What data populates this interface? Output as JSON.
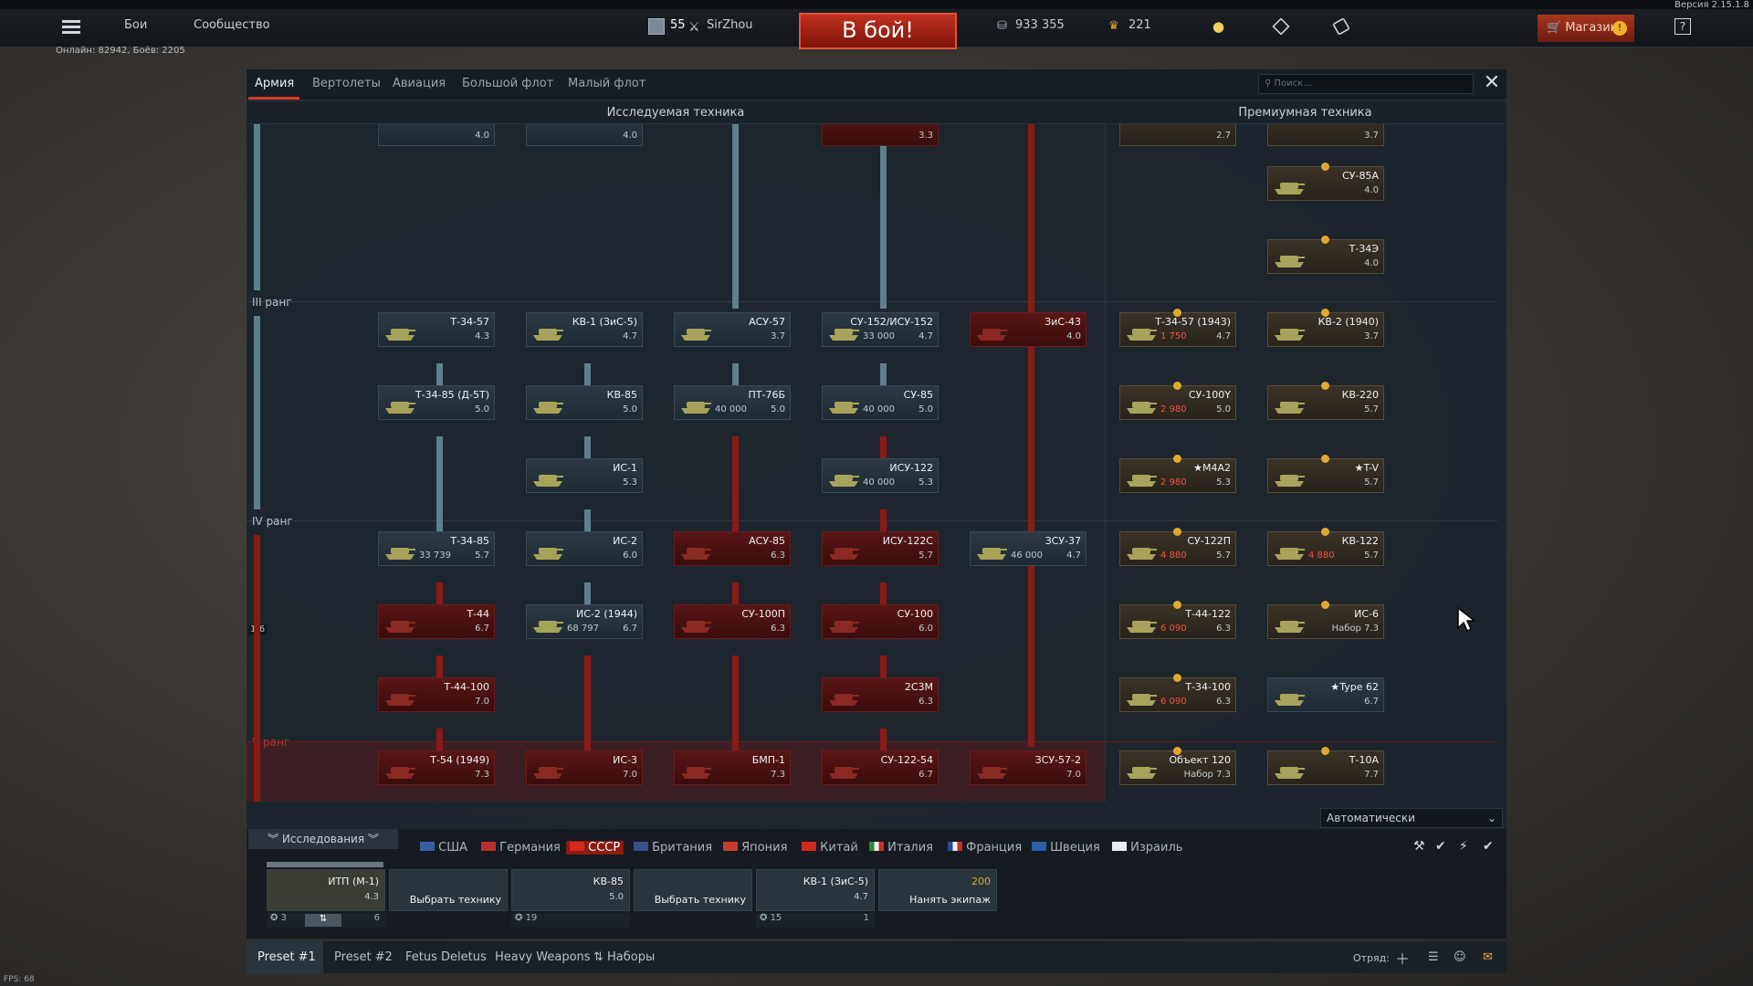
{
  "version": "Версия 2.15.1.8",
  "online": "Онлайн: 82942, Боёв: 2205",
  "fps": "FPS: 68",
  "top": {
    "battles": "Бои",
    "community": "Сообщество",
    "level": "55",
    "username": "SirZhou",
    "fight_button": "В бой!",
    "silver": "933 355",
    "gold": "221",
    "shop": "Магазин"
  },
  "tabs": [
    "Армия",
    "Вертолеты",
    "Авиация",
    "Большой флот",
    "Малый флот"
  ],
  "search_placeholder": "Поиск...",
  "headers": {
    "researched": "Исследуемая техника",
    "premium": "Премиумная техника"
  },
  "ranks": {
    "r3": "III ранг",
    "r4": "IV ранг",
    "r5": "V ранг",
    "page": "1/6"
  },
  "top_cut": [
    {
      "br": "4.0"
    },
    {
      "br": "4.0"
    },
    {
      "br": "3.3"
    },
    {
      "br": "2.7"
    },
    {
      "br": "3.7"
    }
  ],
  "cards": [
    {
      "name": "СУ-85А",
      "br": "4.0",
      "cost": "",
      "type": "prem"
    },
    {
      "name": "Т-34Э",
      "br": "4.0",
      "cost": "",
      "type": "prem"
    },
    {
      "name": "Т-34-57",
      "br": "4.3",
      "cost": "",
      "type": "std"
    },
    {
      "name": "КВ-1 (ЗиС-5)",
      "br": "4.7",
      "cost": "",
      "type": "std"
    },
    {
      "name": "АСУ-57",
      "br": "3.7",
      "cost": "",
      "type": "std"
    },
    {
      "name": "СУ-152/ИСУ-152",
      "br": "4.7",
      "cost": "33 000",
      "type": "std"
    },
    {
      "name": "ЗиС-43",
      "br": "4.0",
      "cost": "",
      "type": "red"
    },
    {
      "name": "Т-34-57 (1943)",
      "br": "4.7",
      "cost": "1 750",
      "type": "prem"
    },
    {
      "name": "КВ-2 (1940)",
      "br": "3.7",
      "cost": "",
      "type": "prem"
    },
    {
      "name": "Т-34-85 (Д-5Т)",
      "br": "5.0",
      "cost": "",
      "type": "std"
    },
    {
      "name": "КВ-85",
      "br": "5.0",
      "cost": "",
      "type": "std"
    },
    {
      "name": "ПТ-76Б",
      "br": "5.0",
      "cost": "40 000",
      "type": "std"
    },
    {
      "name": "СУ-85",
      "br": "5.0",
      "cost": "40 000",
      "type": "std"
    },
    {
      "name": "СУ-100Y",
      "br": "5.0",
      "cost": "2 980",
      "type": "prem"
    },
    {
      "name": "КВ-220",
      "br": "5.7",
      "cost": "",
      "type": "prem"
    },
    {
      "name": "ИС-1",
      "br": "5.3",
      "cost": "",
      "type": "std"
    },
    {
      "name": "ИСУ-122",
      "br": "5.3",
      "cost": "40 000",
      "type": "std"
    },
    {
      "name": "★M4A2",
      "br": "5.3",
      "cost": "2 980",
      "type": "prem"
    },
    {
      "name": "★T-V",
      "br": "5.7",
      "cost": "",
      "type": "prem"
    },
    {
      "name": "Т-34-85",
      "br": "5.7",
      "cost": "33 739",
      "type": "std"
    },
    {
      "name": "ИС-2",
      "br": "6.0",
      "cost": "",
      "type": "std"
    },
    {
      "name": "АСУ-85",
      "br": "6.3",
      "cost": "",
      "type": "red"
    },
    {
      "name": "ИСУ-122С",
      "br": "5.7",
      "cost": "",
      "type": "red"
    },
    {
      "name": "ЗСУ-37",
      "br": "4.7",
      "cost": "46 000",
      "type": "std"
    },
    {
      "name": "СУ-122П",
      "br": "5.7",
      "cost": "4 880",
      "type": "prem"
    },
    {
      "name": "КВ-122",
      "br": "5.7",
      "cost": "4 880",
      "type": "prem"
    },
    {
      "name": "Т-44",
      "br": "6.7",
      "cost": "",
      "type": "red"
    },
    {
      "name": "ИС-2 (1944)",
      "br": "6.7",
      "cost": "68 797",
      "type": "std"
    },
    {
      "name": "СУ-100П",
      "br": "6.3",
      "cost": "",
      "type": "red"
    },
    {
      "name": "СУ-100",
      "br": "6.0",
      "cost": "",
      "type": "red"
    },
    {
      "name": "Т-44-122",
      "br": "6.3",
      "cost": "6 090",
      "type": "prem"
    },
    {
      "name": "ИС-6",
      "br": "Набор 7.3",
      "cost": "",
      "type": "prem"
    },
    {
      "name": "Т-44-100",
      "br": "7.0",
      "cost": "",
      "type": "red"
    },
    {
      "name": "2С3М",
      "br": "6.3",
      "cost": "",
      "type": "red"
    },
    {
      "name": "Т-34-100",
      "br": "6.3",
      "cost": "6 090",
      "type": "prem"
    },
    {
      "name": "★Type 62",
      "br": "6.7",
      "cost": "",
      "type": "std"
    },
    {
      "name": "Т-54 (1949)",
      "br": "7.3",
      "cost": "",
      "type": "red"
    },
    {
      "name": "ИС-3",
      "br": "7.0",
      "cost": "",
      "type": "red"
    },
    {
      "name": "БМП-1",
      "br": "7.3",
      "cost": "",
      "type": "red"
    },
    {
      "name": "СУ-122-54",
      "br": "6.7",
      "cost": "",
      "type": "red"
    },
    {
      "name": "ЗСУ-57-2",
      "br": "7.0",
      "cost": "",
      "type": "red"
    },
    {
      "name": "Объект 120",
      "br": "Набор 7.3",
      "cost": "",
      "type": "prem"
    },
    {
      "name": "Т-10А",
      "br": "7.7",
      "cost": "",
      "type": "prem"
    }
  ],
  "auto_select": "Автоматически",
  "research_label": "Исследования",
  "nations": [
    "США",
    "Германия",
    "СССР",
    "Британия",
    "Япония",
    "Китай",
    "Италия",
    "Франция",
    "Швеция",
    "Израиль"
  ],
  "crew": [
    {
      "name": "ИТП (М-1)",
      "br": "4.3",
      "sub_left": "3",
      "sub_right": "6"
    },
    {
      "name": "Выбрать технику",
      "br": "",
      "sub_left": "",
      "sub_right": ""
    },
    {
      "name": "КВ-85",
      "br": "5.0",
      "sub_left": "19",
      "sub_right": ""
    },
    {
      "name": "Выбрать технику",
      "br": "",
      "sub_left": "",
      "sub_right": ""
    },
    {
      "name": "КВ-1 (ЗиС-5)",
      "br": "4.7",
      "sub_left": "15",
      "sub_right": "1"
    },
    {
      "name": "Нанять экипаж",
      "br": "200",
      "sub_left": "",
      "sub_right": ""
    }
  ],
  "presets": [
    "Preset #1",
    "Preset #2",
    "Fetus Deletus",
    "Heavy Weapons",
    "Наборы"
  ],
  "squad": "Отряд:",
  "colors": {
    "accent": "#d83a25",
    "panel": "#1c252d",
    "red_row": "#5a1616",
    "premium": "#3a3226"
  }
}
